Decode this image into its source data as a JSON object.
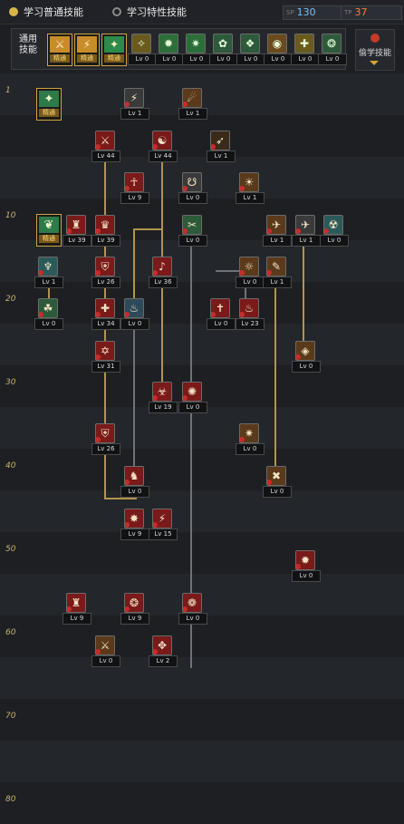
{
  "top": {
    "radio1": "学习普通技能",
    "radio2": "学习特性技能",
    "pts1_tag": "SP",
    "pts1_val": "130",
    "pts2_tag": "TP",
    "pts2_val": "37"
  },
  "common": {
    "label": "通用\n技能",
    "skills": [
      {
        "lv": "精通",
        "c": "#c88c2a",
        "g": "⚔"
      },
      {
        "lv": "精通",
        "c": "#c88c2a",
        "g": "⚡"
      },
      {
        "lv": "精通",
        "c": "#2e8a4a",
        "g": "✦"
      },
      {
        "lv": "Lv 0",
        "c": "#6b5a1e",
        "g": "✧"
      },
      {
        "lv": "Lv 0",
        "c": "#2c6e3a",
        "g": "✹"
      },
      {
        "lv": "Lv 0",
        "c": "#2c6e3a",
        "g": "✷"
      },
      {
        "lv": "Lv 0",
        "c": "#2c5a3a",
        "g": "✿"
      },
      {
        "lv": "Lv 0",
        "c": "#2c5a3a",
        "g": "❖"
      },
      {
        "lv": "Lv 0",
        "c": "#6b4a1e",
        "g": "◉"
      },
      {
        "lv": "Lv 0",
        "c": "#6b5a1e",
        "g": "✚"
      },
      {
        "lv": "Lv 0",
        "c": "#2c5a3a",
        "g": "❂"
      }
    ]
  },
  "steal": {
    "label": "偷学技能"
  },
  "rows": [
    "1",
    "",
    "",
    "10",
    "",
    "20",
    "",
    "30",
    "",
    "40",
    "",
    "50",
    "",
    "60",
    "",
    "70",
    "",
    "80"
  ],
  "skills": [
    {
      "lv": "精通",
      "c": "#2e7a4a",
      "g": "✦",
      "kind": "mastery"
    },
    {
      "lv": "Lv 1",
      "c": "#3a3a3a",
      "g": "⚡"
    },
    {
      "lv": "Lv 1",
      "c": "#5a3a1a",
      "g": "☄"
    },
    {
      "lv": "Lv 44",
      "c": "#7a1a1a",
      "g": "⚔"
    },
    {
      "lv": "Lv 44",
      "c": "#7a1a1a",
      "g": "☯"
    },
    {
      "lv": "Lv 1",
      "c": "#3a2a1a",
      "g": "➶"
    },
    {
      "lv": "Lv 9",
      "c": "#7a1a1a",
      "g": "☥"
    },
    {
      "lv": "Lv 0",
      "c": "#3a3a3a",
      "g": "☋"
    },
    {
      "lv": "Lv 1",
      "c": "#5a3a1a",
      "g": "☀"
    },
    {
      "lv": "精通",
      "c": "#2e7a4a",
      "g": "❦",
      "kind": "mastery"
    },
    {
      "lv": "Lv 39",
      "c": "#7a1a1a",
      "g": "♜"
    },
    {
      "lv": "Lv 39",
      "c": "#7a1a1a",
      "g": "♛"
    },
    {
      "lv": "Lv 0",
      "c": "#2c5a3a",
      "g": "✂"
    },
    {
      "lv": "Lv 1",
      "c": "#5a3a1a",
      "g": "✈"
    },
    {
      "lv": "Lv 1",
      "c": "#3a3a3a",
      "g": "✈"
    },
    {
      "lv": "Lv 0",
      "c": "#2c5a5a",
      "g": "☢"
    },
    {
      "lv": "Lv 1",
      "c": "#2c5a5a",
      "g": "♆"
    },
    {
      "lv": "Lv 26",
      "c": "#7a1a1a",
      "g": "⛨"
    },
    {
      "lv": "Lv 36",
      "c": "#7a1a1a",
      "g": "♪"
    },
    {
      "lv": "Lv 0",
      "c": "#5a3a1a",
      "g": "☼"
    },
    {
      "lv": "Lv 1",
      "c": "#5a3a1a",
      "g": "✎"
    },
    {
      "lv": "Lv 0",
      "c": "#2c5a3a",
      "g": "☘"
    },
    {
      "lv": "Lv 34",
      "c": "#7a1a1a",
      "g": "✚"
    },
    {
      "lv": "Lv 0",
      "c": "#2c4a5a",
      "g": "♨"
    },
    {
      "lv": "Lv 0",
      "c": "#7a1a1a",
      "g": "✝"
    },
    {
      "lv": "Lv 23",
      "c": "#7a1a1a",
      "g": "♨"
    },
    {
      "lv": "Lv 31",
      "c": "#7a1a1a",
      "g": "✡"
    },
    {
      "lv": "Lv 0",
      "c": "#5a3a1a",
      "g": "◈"
    },
    {
      "lv": "Lv 19",
      "c": "#7a1a1a",
      "g": "☣"
    },
    {
      "lv": "Lv 0",
      "c": "#7a1a1a",
      "g": "✺"
    },
    {
      "lv": "Lv 26",
      "c": "#7a1a1a",
      "g": "⛨"
    },
    {
      "lv": "Lv 0",
      "c": "#5a3a1a",
      "g": "✷"
    },
    {
      "lv": "Lv 0",
      "c": "#7a1a1a",
      "g": "♞"
    },
    {
      "lv": "Lv 0",
      "c": "#5a3a1a",
      "g": "✖"
    },
    {
      "lv": "Lv 9",
      "c": "#7a1a1a",
      "g": "✸"
    },
    {
      "lv": "Lv 15",
      "c": "#7a1a1a",
      "g": "⚡"
    },
    {
      "lv": "Lv 0",
      "c": "#7a1a1a",
      "g": "✹"
    },
    {
      "lv": "Lv 9",
      "c": "#7a1a1a",
      "g": "♜"
    },
    {
      "lv": "Lv 9",
      "c": "#7a1a1a",
      "g": "❂"
    },
    {
      "lv": "Lv 0",
      "c": "#7a1a1a",
      "g": "❁"
    },
    {
      "lv": "Lv 0",
      "c": "#5a3a1a",
      "g": "⚔"
    },
    {
      "lv": "Lv 2",
      "c": "#7a1a1a",
      "g": "✥"
    }
  ]
}
